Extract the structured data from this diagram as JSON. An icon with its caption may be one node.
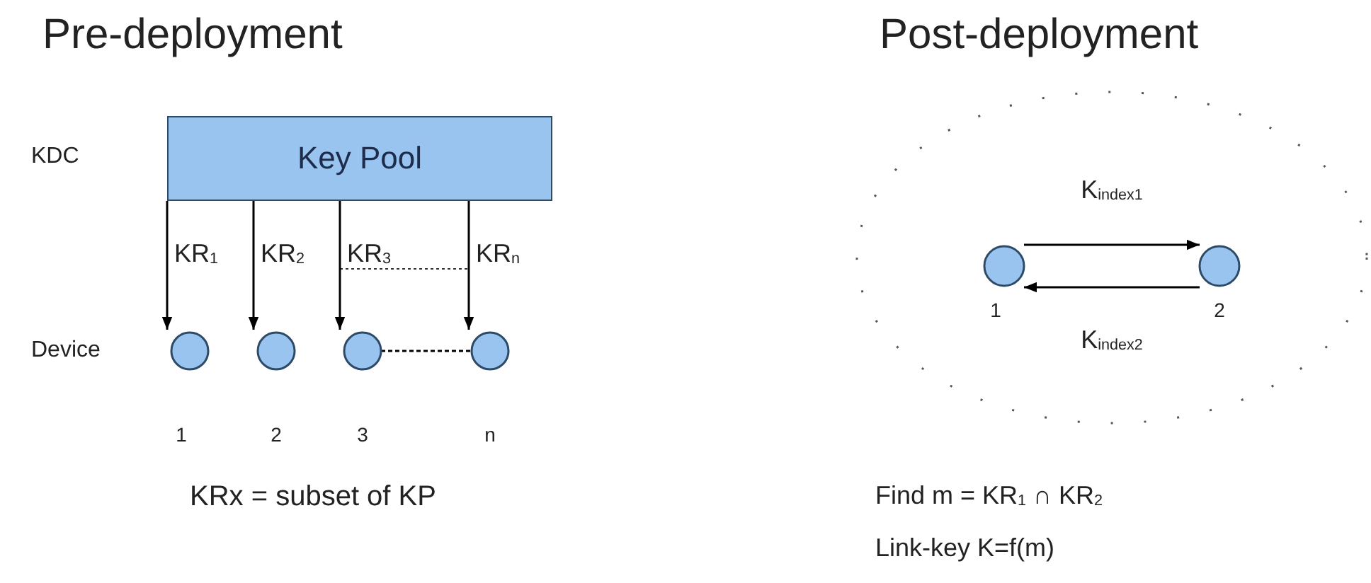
{
  "diagram": {
    "nodes": [
      {
        "text": [
          "Key Pool"
        ]
      },
      {
        "text": [],
        "shape": "circle",
        "beside": [
          "1"
        ]
      },
      {
        "text": [],
        "shape": "circle",
        "beside": [
          "2"
        ]
      },
      {
        "text": [],
        "shape": "circle",
        "beside": [
          "3"
        ]
      },
      {
        "text": [],
        "shape": "circle",
        "beside": [
          "n"
        ]
      },
      {
        "text": [],
        "shape": "circle",
        "beside": [
          "1"
        ]
      },
      {
        "text": [],
        "shape": "circle",
        "beside": [
          "2"
        ]
      }
    ],
    "edges": [
      {
        "from": 0,
        "to": 1,
        "arrow": "to",
        "label": "KR$_{1}$"
      },
      {
        "from": 0,
        "to": 2,
        "arrow": "to",
        "label": "KR$_{2}$"
      },
      {
        "from": 0,
        "to": 3,
        "arrow": "to",
        "label": "KR$_{3}$"
      },
      {
        "from": 0,
        "to": 4,
        "arrow": "to",
        "label": "KR$_{n}$"
      },
      {
        "from": 3,
        "to": 4,
        "arrow": "none",
        "style": "dashed"
      },
      {
        "from": 5,
        "to": 6,
        "arrow": "to",
        "label": "K$_{index1}$"
      },
      {
        "from": 6,
        "to": 5,
        "arrow": "to",
        "label": "K$_{index2}$"
      }
    ],
    "labels": [
      "Pre-deployment",
      "Post-deployment",
      "KDC",
      "Device",
      "KRx = subset of KP",
      "Find m = KR$_{1}$ ∩ KR$_{2}$",
      "Link-key K=f(m)"
    ]
  }
}
